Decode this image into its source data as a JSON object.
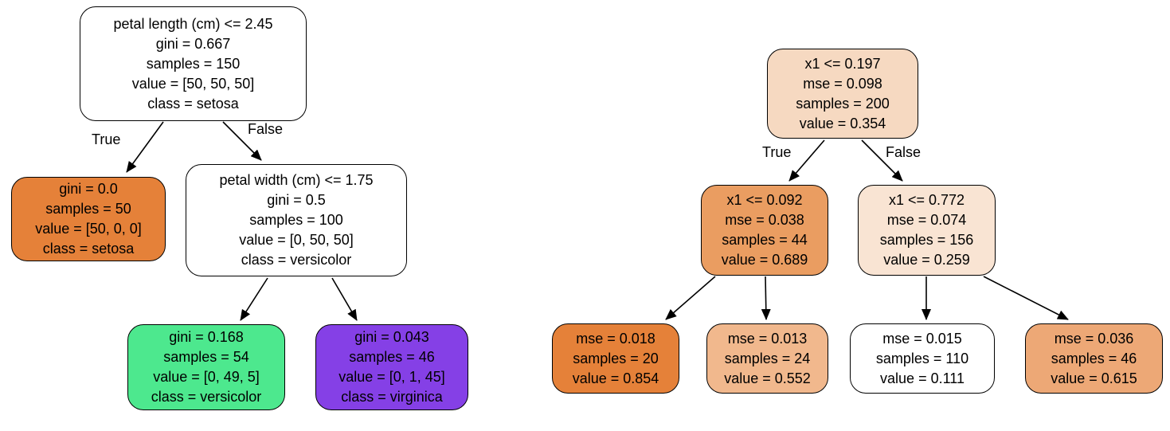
{
  "colors": {
    "edge": "#000000",
    "node_border": "#000000",
    "background": "#ffffff",
    "class_orange": "#e58139",
    "class_green": "#4de88e",
    "class_purple": "#8540e6"
  },
  "left_tree": {
    "edge_labels": {
      "true": "True",
      "false": "False"
    },
    "nodes": [
      {
        "name": "root",
        "lines": [
          "petal length (cm) <= 2.45",
          "gini = 0.667",
          "samples = 150",
          "value = [50, 50, 50]",
          "class = setosa"
        ],
        "color": "#ffffff"
      },
      {
        "name": "leaf-setosa",
        "lines": [
          "gini = 0.0",
          "samples = 50",
          "value = [50, 0, 0]",
          "class = setosa"
        ],
        "color": "#e58139"
      },
      {
        "name": "split-petal-width",
        "lines": [
          "petal width (cm) <= 1.75",
          "gini = 0.5",
          "samples = 100",
          "value = [0, 50, 50]",
          "class = versicolor"
        ],
        "color": "#ffffff"
      },
      {
        "name": "leaf-versicolor",
        "lines": [
          "gini = 0.168",
          "samples = 54",
          "value = [0, 49, 5]",
          "class = versicolor"
        ],
        "color": "#4de88e"
      },
      {
        "name": "leaf-virginica",
        "lines": [
          "gini = 0.043",
          "samples = 46",
          "value = [0, 1, 45]",
          "class = virginica"
        ],
        "color": "#8540e6"
      }
    ]
  },
  "right_tree": {
    "edge_labels": {
      "true": "True",
      "false": "False"
    },
    "nodes": [
      {
        "name": "root",
        "lines": [
          "x1 <= 0.197",
          "mse = 0.098",
          "samples = 200",
          "value = 0.354"
        ],
        "color": "#f6d9c1"
      },
      {
        "name": "split-left",
        "lines": [
          "x1 <= 0.092",
          "mse = 0.038",
          "samples = 44",
          "value = 0.689"
        ],
        "color": "#ea9d61"
      },
      {
        "name": "split-right",
        "lines": [
          "x1 <= 0.772",
          "mse = 0.074",
          "samples = 156",
          "value = 0.259"
        ],
        "color": "#f9e4d3"
      },
      {
        "name": "leaf-1",
        "lines": [
          "mse = 0.018",
          "samples = 20",
          "value = 0.854"
        ],
        "color": "#e58139"
      },
      {
        "name": "leaf-2",
        "lines": [
          "mse = 0.013",
          "samples = 24",
          "value = 0.552"
        ],
        "color": "#f1b88d"
      },
      {
        "name": "leaf-3",
        "lines": [
          "mse = 0.015",
          "samples = 110",
          "value = 0.111"
        ],
        "color": "#ffffff"
      },
      {
        "name": "leaf-4",
        "lines": [
          "mse = 0.036",
          "samples = 46",
          "value = 0.615"
        ],
        "color": "#eda876"
      }
    ]
  }
}
